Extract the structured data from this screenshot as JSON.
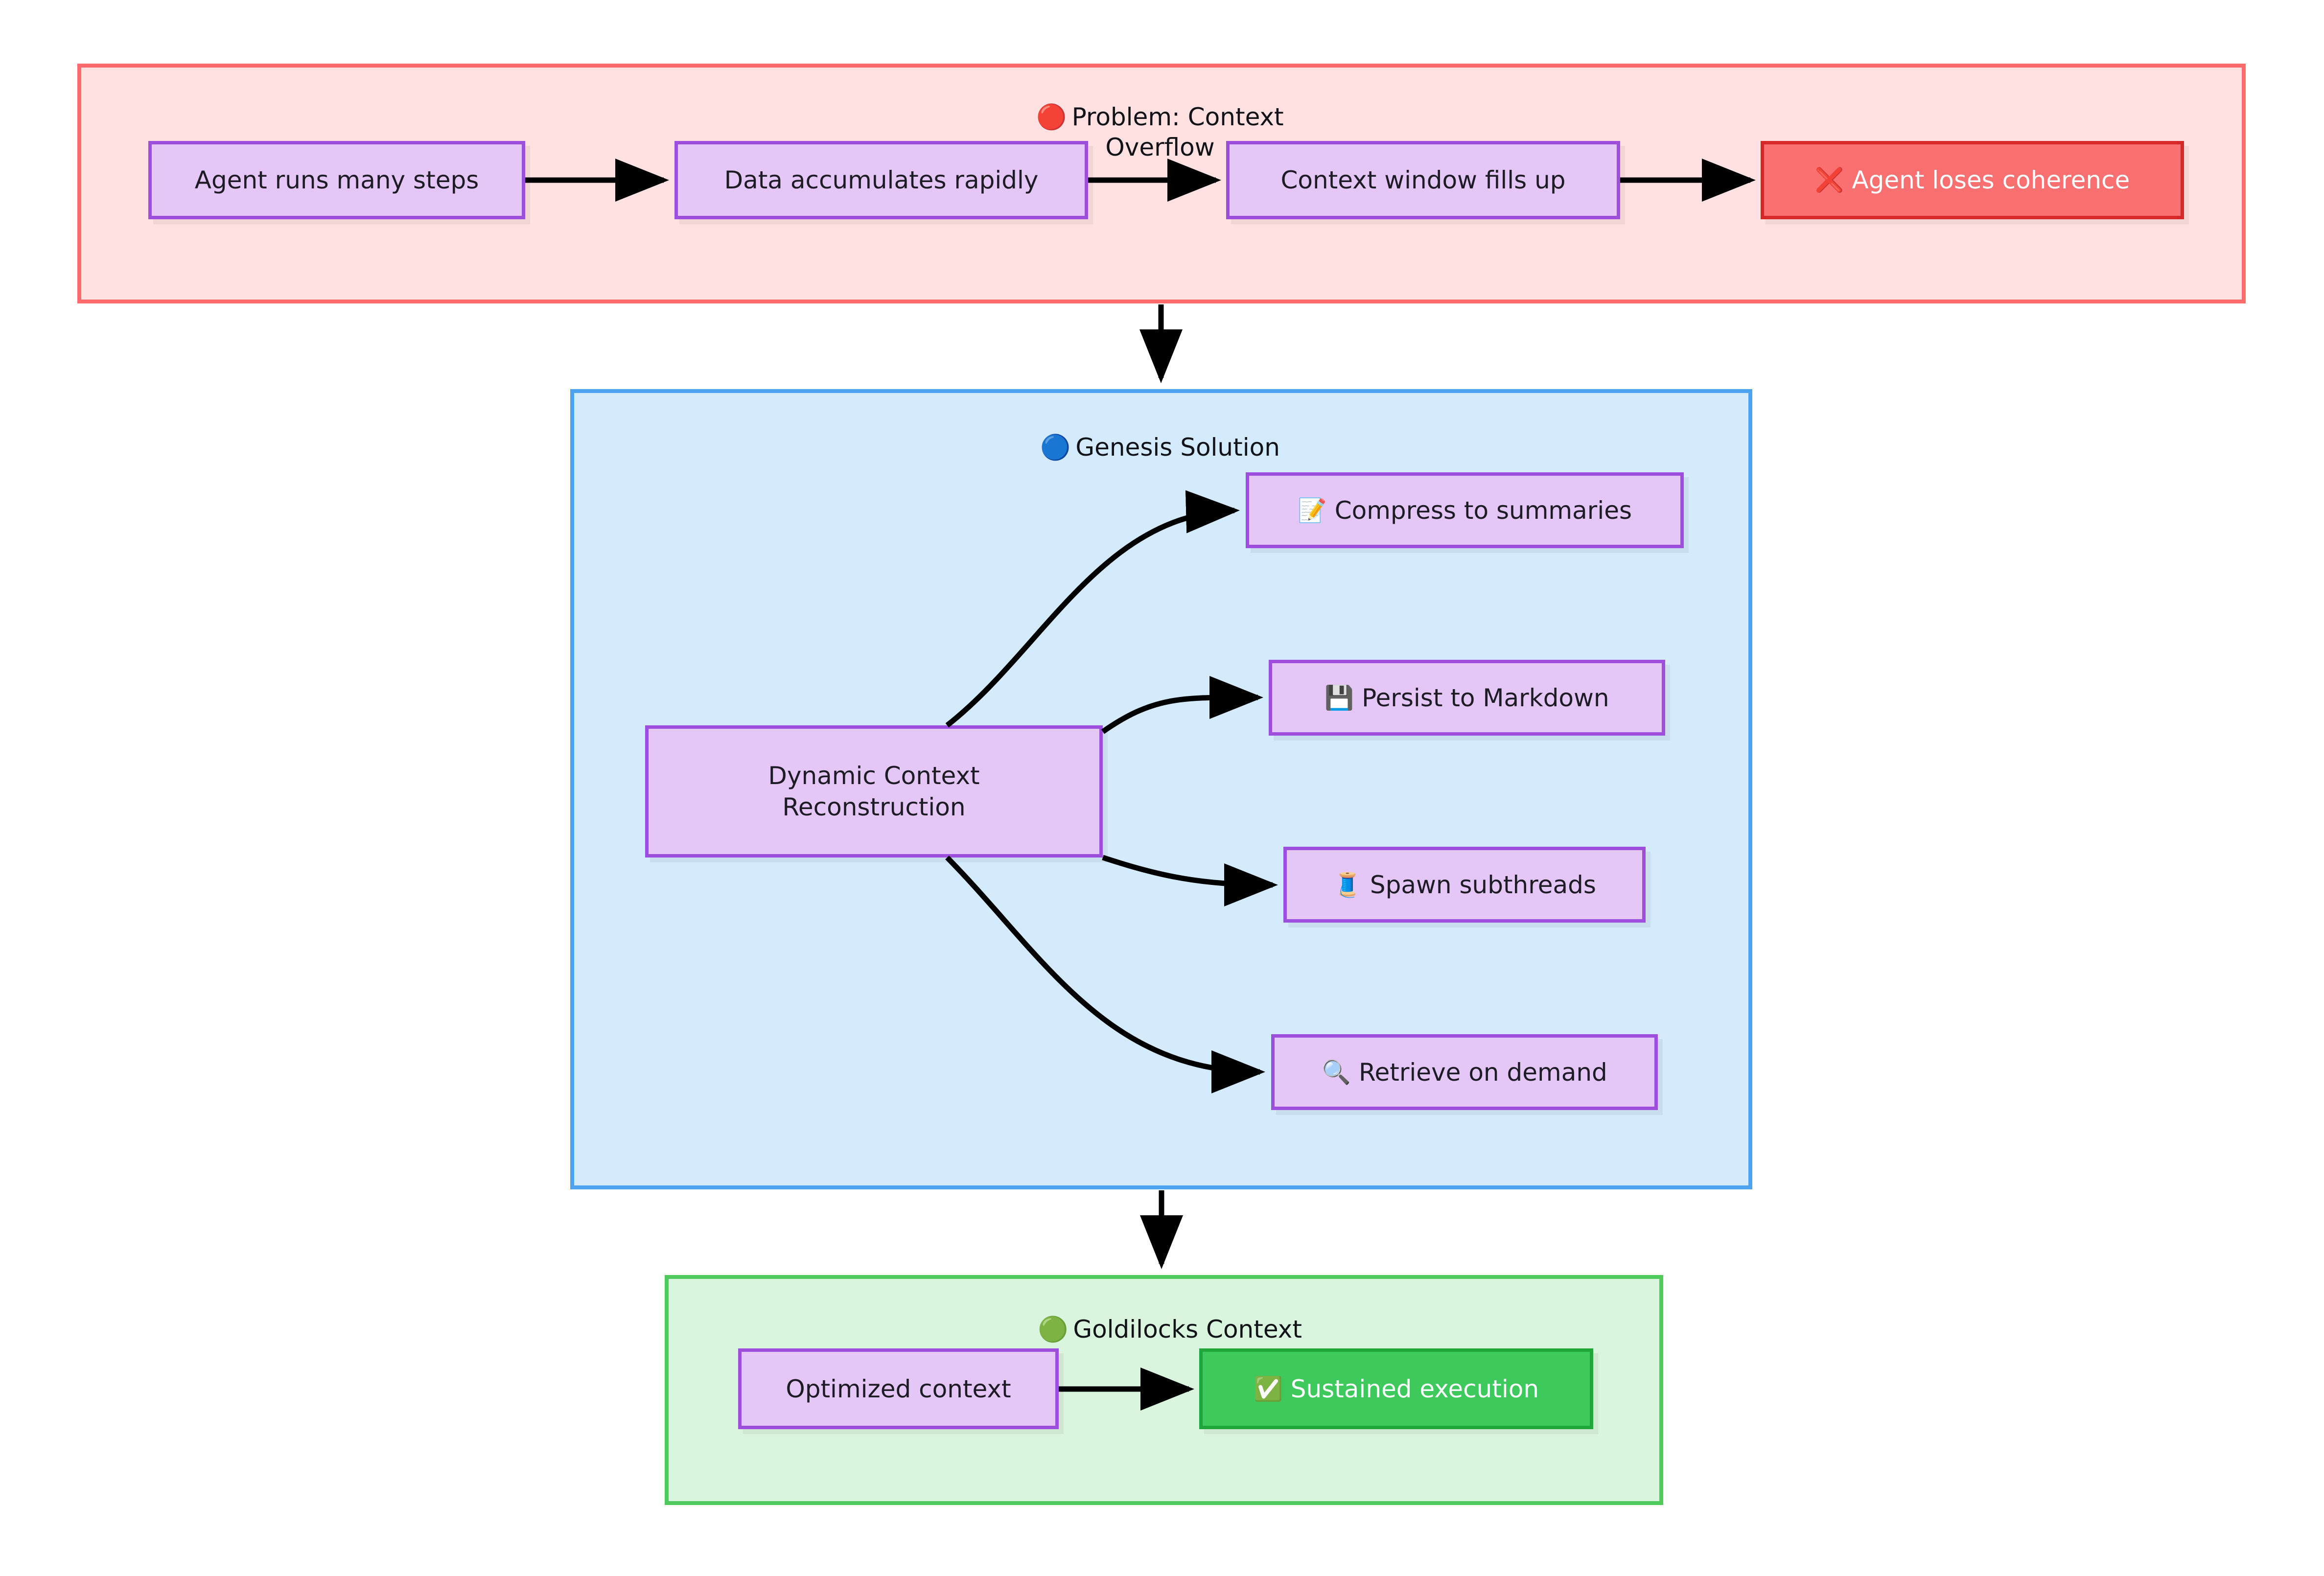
{
  "diagram": {
    "type": "flowchart",
    "direction": "top-down",
    "background": "#ffffff",
    "colors": {
      "problem_border": "#ff6b6b",
      "problem_fill": "#ffe1e1",
      "solution_border": "#4da3f0",
      "solution_fill": "#d4ebfd",
      "goldilocks_border": "#4ecb5c",
      "goldilocks_fill": "#d9f5dd",
      "node_fill": "#e4c7f7",
      "node_border": "#9d4edd",
      "danger_fill": "#fa7070",
      "danger_border": "#d62828",
      "success_fill": "#3ec95c",
      "success_border": "#21a63a",
      "edge": "#000000"
    }
  },
  "clusters": [
    {
      "id": "problem",
      "title": "Problem: Context\nOverflow",
      "emoji": "🔴",
      "emoji_name": "red-circle-icon"
    },
    {
      "id": "solution",
      "title": "Genesis Solution",
      "emoji": "🔵",
      "emoji_name": "blue-circle-icon"
    },
    {
      "id": "goldilocks",
      "title": "Goldilocks Context",
      "emoji": "🟢",
      "emoji_name": "green-circle-icon"
    }
  ],
  "nodes": {
    "agent_runs": {
      "label": "Agent runs many steps",
      "emoji": "",
      "style": "purple"
    },
    "data_accum": {
      "label": "Data accumulates rapidly",
      "emoji": "",
      "style": "purple"
    },
    "context_fills": {
      "label": "Context window fills up",
      "emoji": "",
      "style": "purple"
    },
    "loses_coherence": {
      "label": "Agent loses coherence",
      "emoji": "❌",
      "emoji_name": "cross-mark-icon",
      "style": "red"
    },
    "dynamic_context": {
      "label": "Dynamic Context\nReconstruction",
      "emoji": "",
      "style": "purple"
    },
    "compress": {
      "label": "Compress to summaries",
      "emoji": "📝",
      "emoji_name": "memo-icon",
      "style": "purple"
    },
    "persist": {
      "label": "Persist to Markdown",
      "emoji": "💾",
      "emoji_name": "floppy-disk-icon",
      "style": "purple"
    },
    "spawn": {
      "label": "Spawn subthreads",
      "emoji": "🧵",
      "emoji_name": "thread-icon",
      "style": "purple"
    },
    "retrieve": {
      "label": "Retrieve on demand",
      "emoji": "🔍",
      "emoji_name": "magnifying-glass-icon",
      "style": "purple"
    },
    "optimized": {
      "label": "Optimized context",
      "emoji": "",
      "style": "purple"
    },
    "sustained": {
      "label": "Sustained execution",
      "emoji": "✅",
      "emoji_name": "check-mark-button-icon",
      "style": "green"
    }
  },
  "edges": [
    {
      "from": "agent_runs",
      "to": "data_accum",
      "label": ""
    },
    {
      "from": "data_accum",
      "to": "context_fills",
      "label": ""
    },
    {
      "from": "context_fills",
      "to": "loses_coherence",
      "label": ""
    },
    {
      "from": "problem",
      "to": "solution",
      "label": ""
    },
    {
      "from": "dynamic_context",
      "to": "compress",
      "label": ""
    },
    {
      "from": "dynamic_context",
      "to": "persist",
      "label": ""
    },
    {
      "from": "dynamic_context",
      "to": "spawn",
      "label": ""
    },
    {
      "from": "dynamic_context",
      "to": "retrieve",
      "label": ""
    },
    {
      "from": "solution",
      "to": "goldilocks",
      "label": ""
    },
    {
      "from": "optimized",
      "to": "sustained",
      "label": ""
    }
  ]
}
